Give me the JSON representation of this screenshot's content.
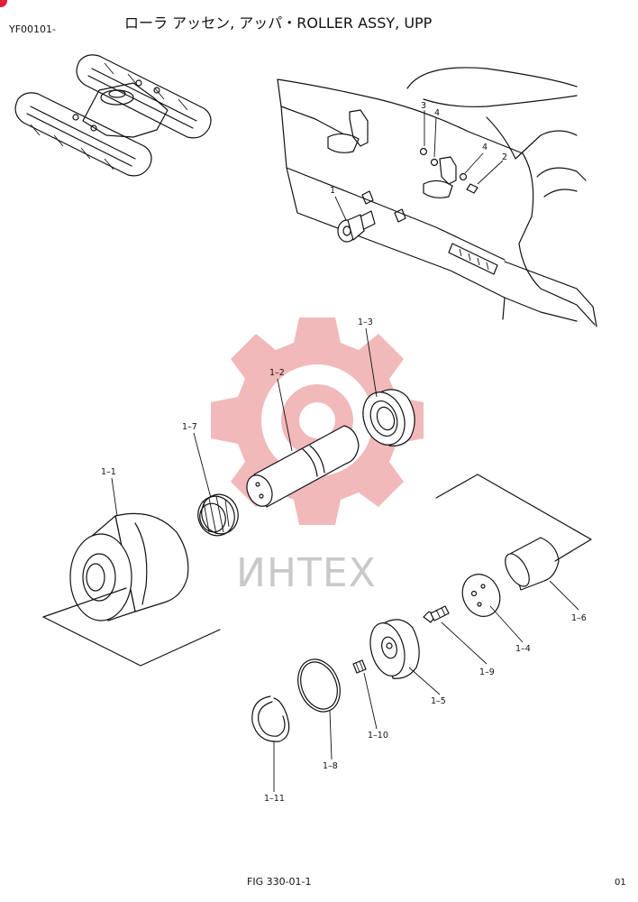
{
  "header": {
    "code": "YF00101-",
    "title": "ローラ アッセン, アッパ・ROLLER ASSY, UPP"
  },
  "footer": {
    "figure": "FIG 330-01-1",
    "page": "01"
  },
  "watermark": {
    "text": "ИНТЕХ",
    "color": "#f1b9b9"
  },
  "accent_color": "#e0203a",
  "callouts": {
    "top": [
      "1",
      "2",
      "3",
      "4",
      "4"
    ],
    "parts": [
      "1–1",
      "1–2",
      "1–3",
      "1–4",
      "1–5",
      "1–6",
      "1–7",
      "1–8",
      "1–9",
      "1–10",
      "1–11"
    ]
  }
}
